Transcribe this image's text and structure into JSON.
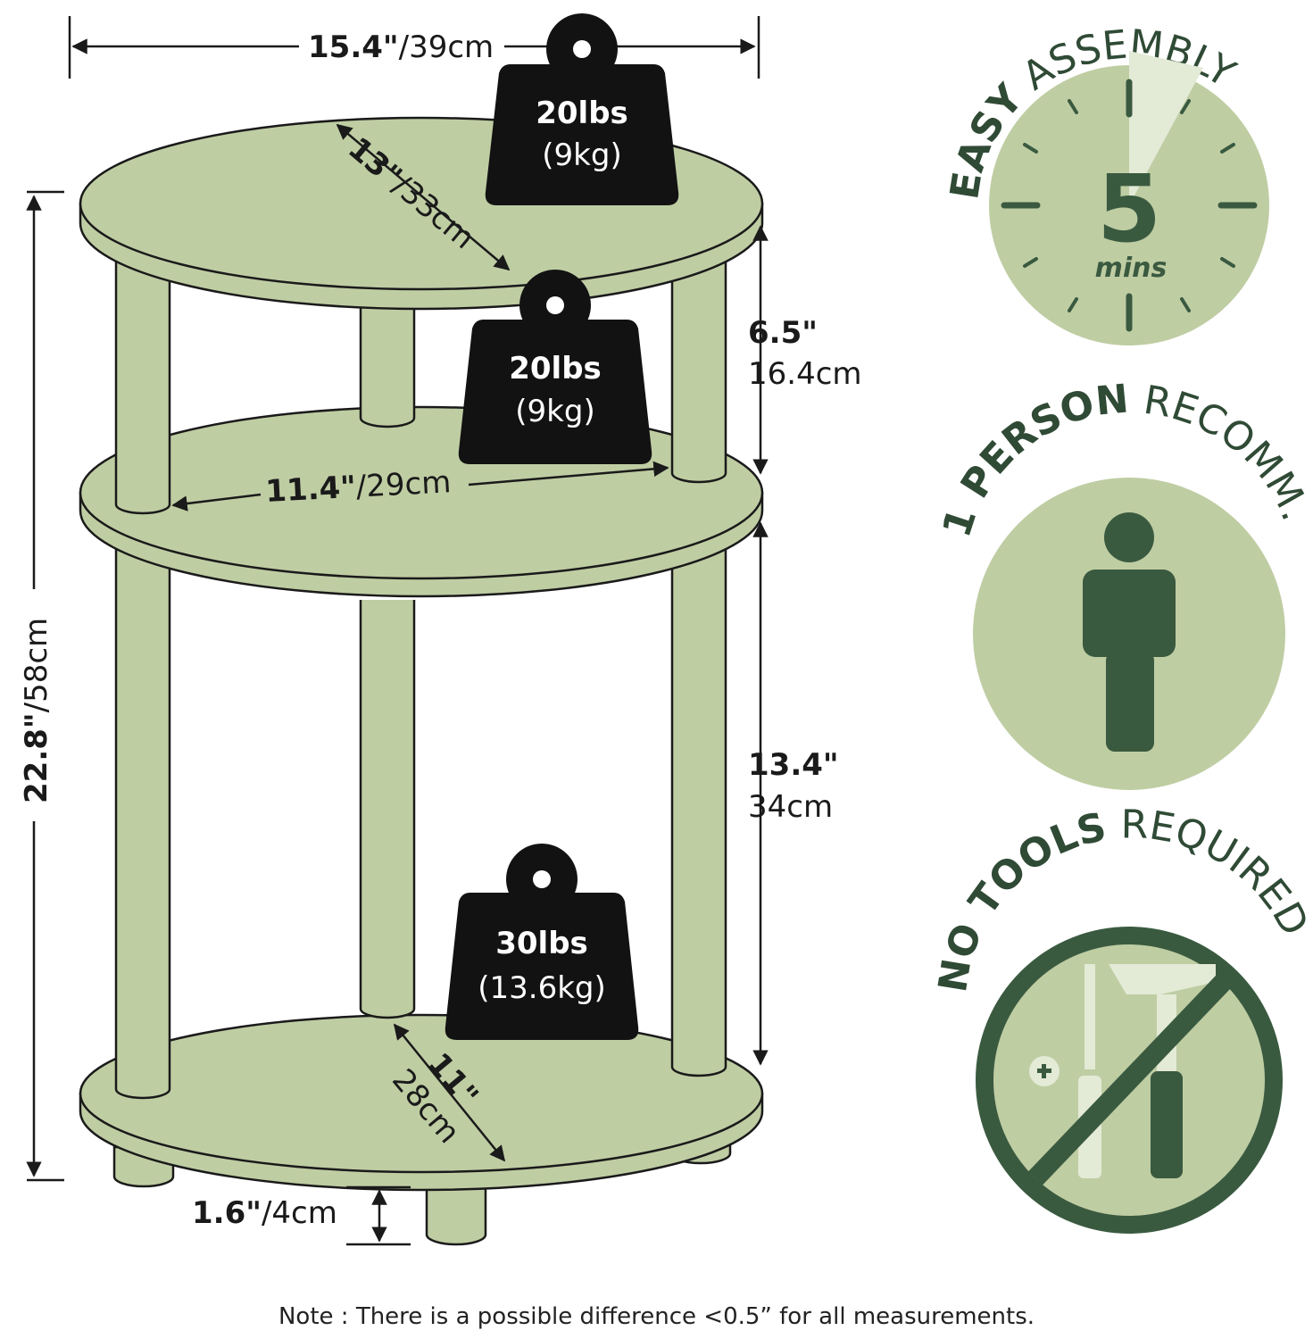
{
  "colors": {
    "wood": "#bfcda3",
    "outline": "#1a1a1a",
    "weight": "#121212",
    "badge_bg": "#bfcda3",
    "badge_dark": "#3a5a40",
    "badge_light": "#e3ead6"
  },
  "dimensions": {
    "width_in": "15.4\"",
    "width_cm": "/39cm",
    "top_depth_in": "13\"",
    "top_depth_cm": "/33cm",
    "upper_gap_in": "6.5\"",
    "upper_gap_cm": "16.4cm",
    "middle_width_in": "11.4\"",
    "middle_width_cm": "/29cm",
    "lower_gap_in": "13.4\"",
    "lower_gap_cm": "34cm",
    "height_in": "22.8\"",
    "height_cm": "/58cm",
    "bottom_depth_in": "11\"",
    "bottom_depth_cm": "28cm",
    "foot_in": "1.6\"",
    "foot_cm": "/4cm"
  },
  "weights": [
    {
      "lbs": "20lbs",
      "kg": "(9kg)"
    },
    {
      "lbs": "20lbs",
      "kg": "(9kg)"
    },
    {
      "lbs": "30lbs",
      "kg": "(13.6kg)"
    }
  ],
  "badges": {
    "assembly": {
      "title_bold": "EASY",
      "title_rest": "ASSEMBLY",
      "number": "5",
      "unit": "mins"
    },
    "person": {
      "title_bold": "1 PERSON",
      "title_rest": "RECOMM."
    },
    "tools": {
      "title_bold": "NO TOOLS",
      "title_rest": "REQUIRED"
    }
  },
  "note": "Note : There is a possible difference <0.5” for all measurements."
}
